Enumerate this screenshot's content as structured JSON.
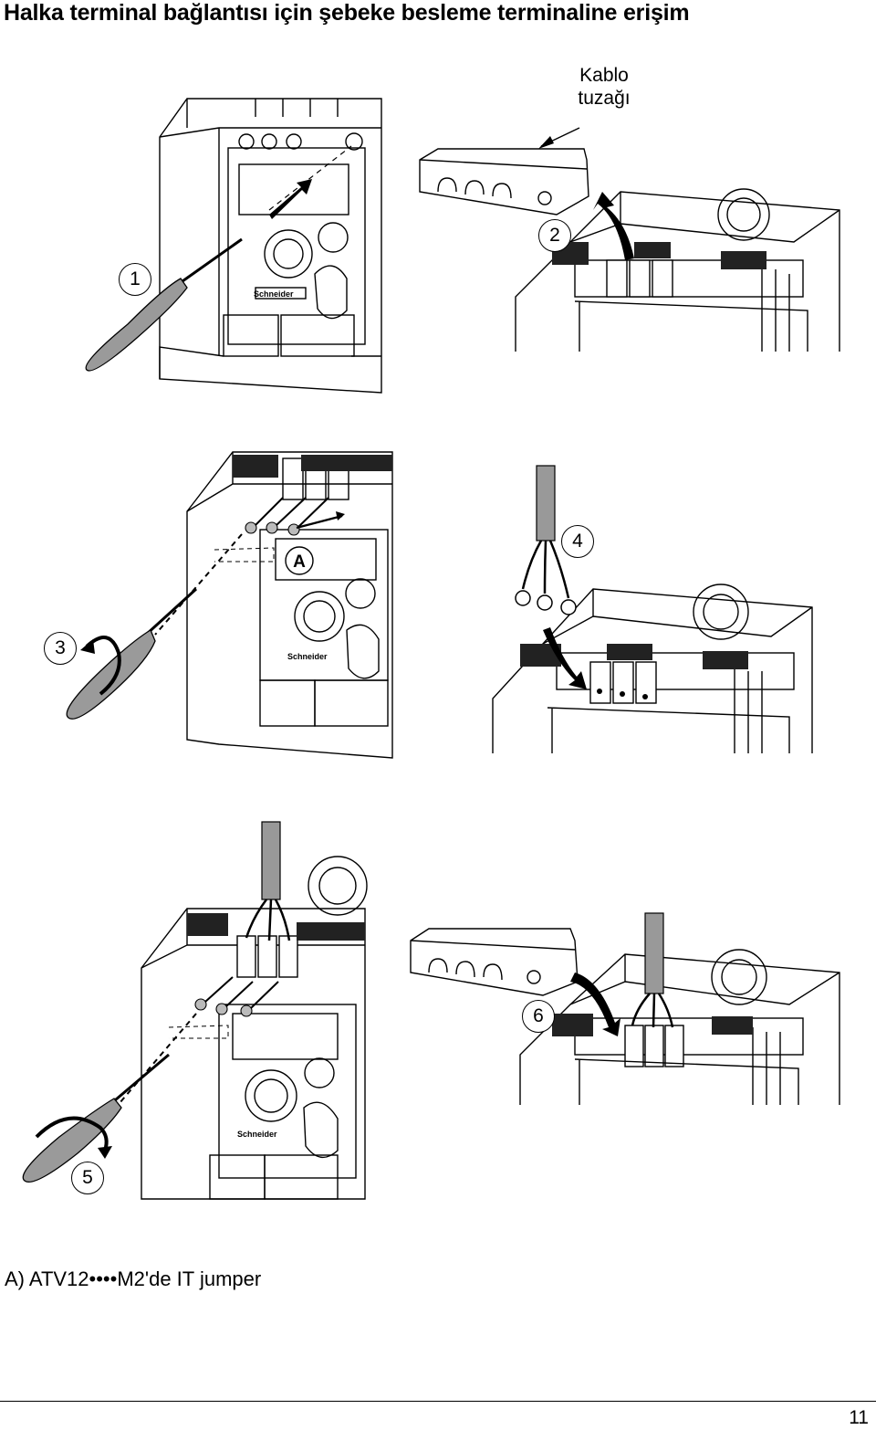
{
  "page": {
    "title": "Halka terminal bağlantısı için şebeke besleme terminaline erişim",
    "callout": {
      "line1": "Kablo",
      "line2": "tuzağı"
    },
    "footnote": "A) ATV12••••M2'de IT jumper",
    "page_number": "11"
  },
  "steps": [
    "1",
    "2",
    "3",
    "4",
    "5",
    "6"
  ],
  "labels": {
    "jumper": "A",
    "brand": "Schneider"
  }
}
